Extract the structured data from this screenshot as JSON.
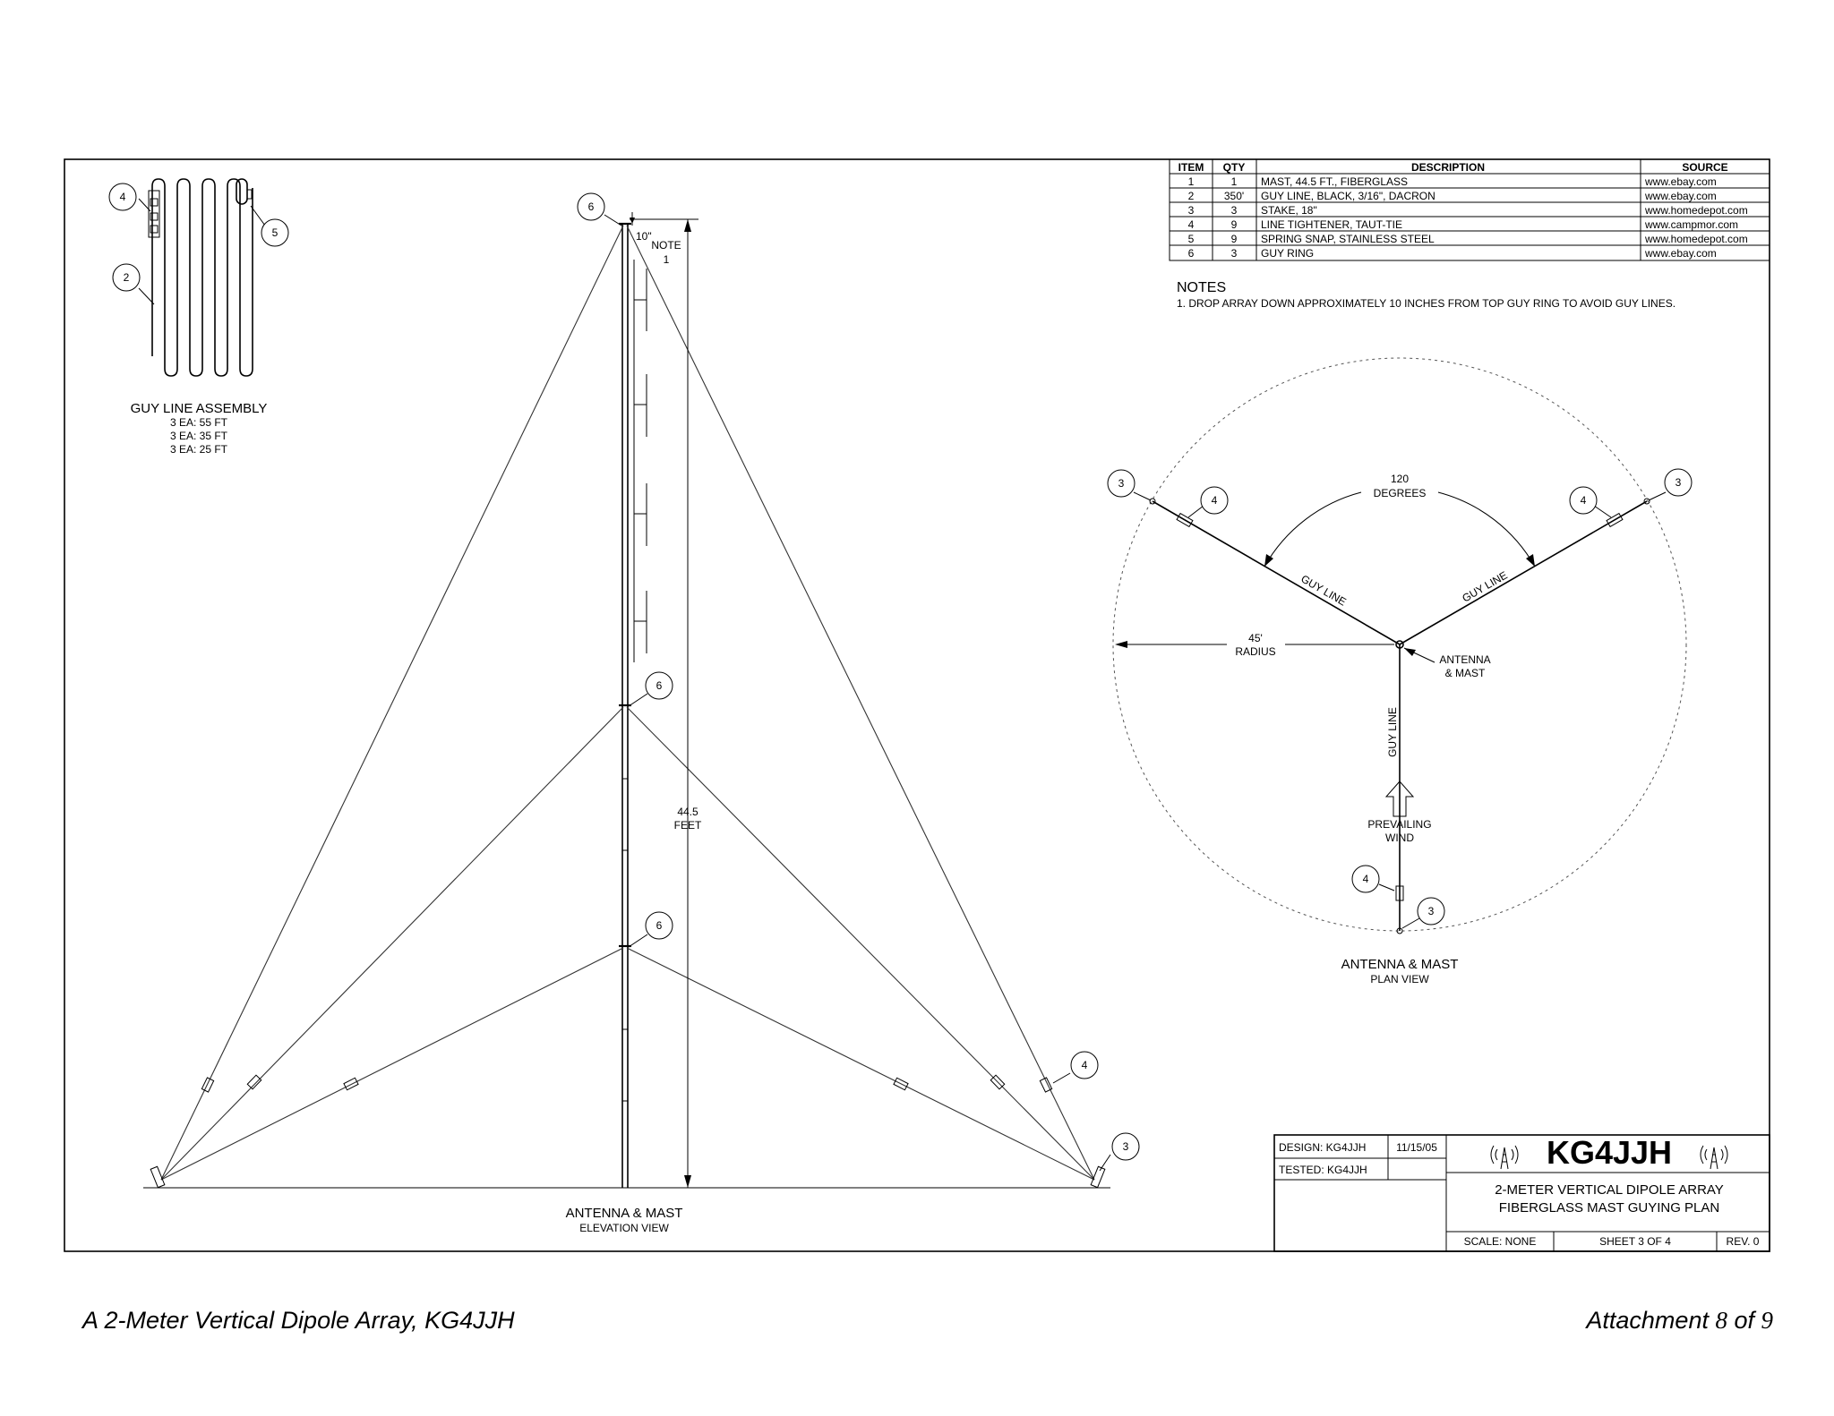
{
  "parts_table": {
    "headers": [
      "ITEM",
      "QTY",
      "DESCRIPTION",
      "SOURCE"
    ],
    "rows": [
      [
        "1",
        "1",
        "MAST, 44.5 FT., FIBERGLASS",
        "www.ebay.com"
      ],
      [
        "2",
        "350'",
        "GUY LINE, BLACK, 3/16\", DACRON",
        "www.ebay.com"
      ],
      [
        "3",
        "3",
        "STAKE, 18\"",
        "www.homedepot.com"
      ],
      [
        "4",
        "9",
        "LINE TIGHTENER, TAUT-TIE",
        "www.campmor.com"
      ],
      [
        "5",
        "9",
        "SPRING SNAP, STAINLESS STEEL",
        "www.homedepot.com"
      ],
      [
        "6",
        "3",
        "GUY RING",
        "www.ebay.com"
      ]
    ]
  },
  "notes": {
    "heading": "NOTES",
    "items": [
      "1. DROP ARRAY DOWN APPROXIMATELY 10 INCHES FROM TOP GUY RING TO AVOID GUY LINES."
    ]
  },
  "guy_assembly": {
    "title": "GUY LINE ASSEMBLY",
    "lines": [
      "3 EA: 55 FT",
      "3 EA: 35 FT",
      "3 EA: 25 FT"
    ],
    "callouts": [
      "4",
      "5",
      "2"
    ]
  },
  "elevation": {
    "title": "ANTENNA & MAST",
    "subtitle": "ELEVATION VIEW",
    "dim_top": "10\"",
    "note_ref": [
      "NOTE",
      "1"
    ],
    "height_label": [
      "44.5",
      "FEET"
    ],
    "callouts": [
      "6",
      "6",
      "6",
      "4",
      "3"
    ]
  },
  "plan": {
    "title": "ANTENNA & MAST",
    "subtitle": "PLAN VIEW",
    "angle_label": [
      "120",
      "DEGREES"
    ],
    "radius_label": [
      "45'",
      "RADIUS"
    ],
    "guy_label": "GUY LINE",
    "center_label": [
      "ANTENNA",
      "& MAST"
    ],
    "wind_label": [
      "PREVAILING",
      "WIND"
    ],
    "callouts": [
      "3",
      "4",
      "4",
      "3",
      "4",
      "3"
    ]
  },
  "title_block": {
    "design": "DESIGN: KG4JJH",
    "date": "11/15/05",
    "tested": "TESTED: KG4JJH",
    "callsign": "KG4JJH",
    "title_lines": [
      "2-METER VERTICAL DIPOLE ARRAY",
      "FIBERGLASS MAST GUYING PLAN"
    ],
    "scale": "SCALE: NONE",
    "sheet": "SHEET 3 OF 4",
    "rev": "REV. 0"
  },
  "footer": {
    "left": "A 2-Meter Vertical Dipole Array, KG4JJH",
    "right_prefix": "Attachment ",
    "right_num": "8",
    "right_mid": " of ",
    "right_total": "9"
  }
}
